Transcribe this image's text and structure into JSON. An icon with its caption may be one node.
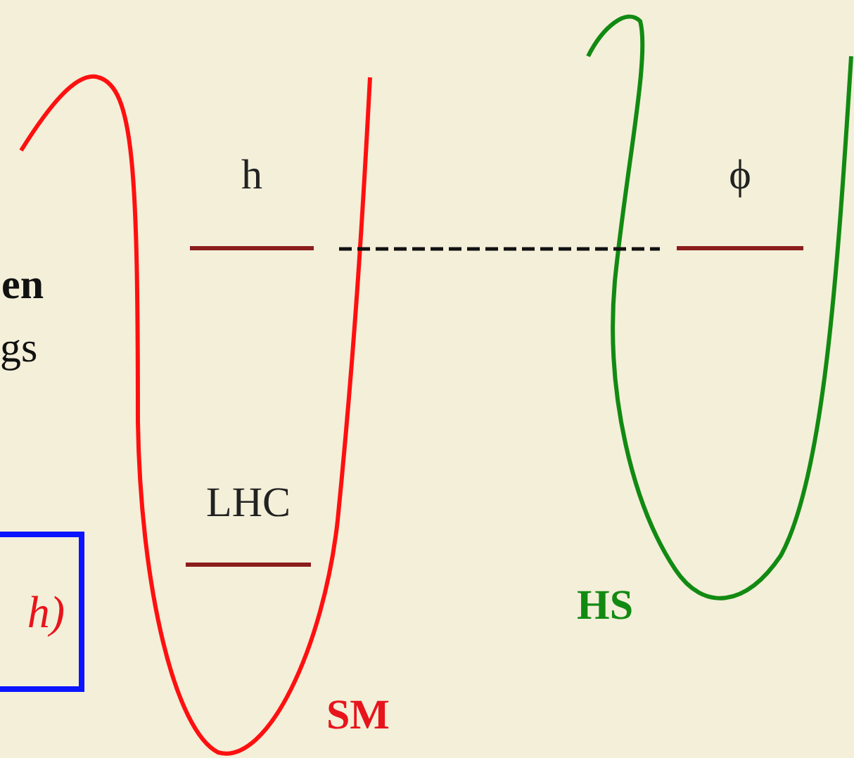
{
  "diagram": {
    "nodes": [
      {
        "text": [
          "h"
        ]
      },
      {
        "text": [
          "ϕ"
        ]
      },
      {
        "text": [
          "LHC"
        ]
      },
      {
        "text": [
          "h)"
        ]
      }
    ],
    "edges": [
      {
        "from": 0,
        "to": 1,
        "arrow": "none",
        "style": "dashed"
      }
    ],
    "labels": [
      "en",
      "gs",
      "SM",
      "HS"
    ]
  }
}
